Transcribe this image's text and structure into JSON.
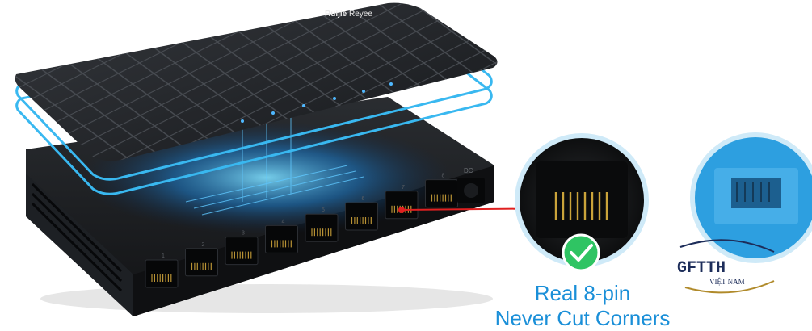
{
  "brand": {
    "name": "Ruijie",
    "subbrand": "Reyee"
  },
  "port_numbers": [
    "1",
    "2",
    "3",
    "4",
    "5",
    "6",
    "7",
    "8"
  ],
  "power_label": "DC",
  "caption": {
    "line1": "Real 8-pin",
    "line2": "Never Cut Corners"
  },
  "watermark": {
    "main": "GFTTH",
    "sub": "VIỆT NAM"
  },
  "colors": {
    "accent": "#1a8fd8",
    "glow": "#39b8f0",
    "device": "#1b1d20",
    "check": "#2fc463",
    "pointer": "#e02020"
  }
}
